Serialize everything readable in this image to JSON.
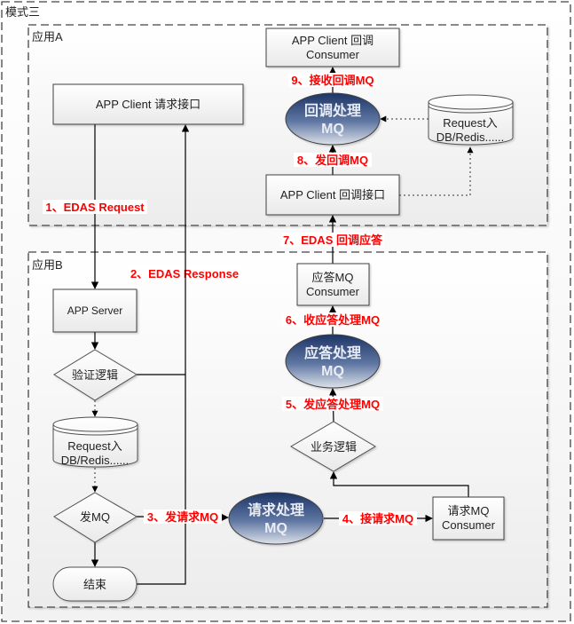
{
  "diagram": {
    "title": "模式三",
    "regions": {
      "app_a": "应用A",
      "app_b": "应用B"
    },
    "nodes": {
      "client_request_api": "APP Client 请求接口",
      "client_callback_consumer": {
        "line1": "APP Client 回调",
        "line2": "Consumer"
      },
      "callback_mq": {
        "line1": "回调处理",
        "line2": "MQ"
      },
      "callback_db": {
        "line1": "Request入",
        "line2": "DB/Redis......"
      },
      "client_callback_api": "APP Client 回调接口",
      "app_server": "APP Server",
      "validate_logic": "验证逻辑",
      "request_db": {
        "line1": "Request入",
        "line2": "DB/Redis......"
      },
      "send_mq": "发MQ",
      "end": "结束",
      "request_mq": {
        "line1": "请求处理",
        "line2": "MQ"
      },
      "request_consumer": {
        "line1": "请求MQ",
        "line2": "Consumer"
      },
      "business_logic": "业务逻辑",
      "response_mq": {
        "line1": "应答处理",
        "line2": "MQ"
      },
      "response_consumer": {
        "line1": "应答MQ",
        "line2": "Consumer"
      }
    },
    "steps": [
      "1、EDAS Request",
      "2、EDAS Response",
      "3、发请求MQ",
      "4、接请求MQ",
      "5、发应答处理MQ",
      "6、收应答处理MQ",
      "7、EDAS 回调应答",
      "8、发回调MQ",
      "9、接收回调MQ"
    ]
  },
  "colors": {
    "step_label": "#ff0000",
    "mq_gradient_top": "#1d3566",
    "mq_gradient_bottom": "#dde1ea",
    "box_border": "#404040"
  }
}
